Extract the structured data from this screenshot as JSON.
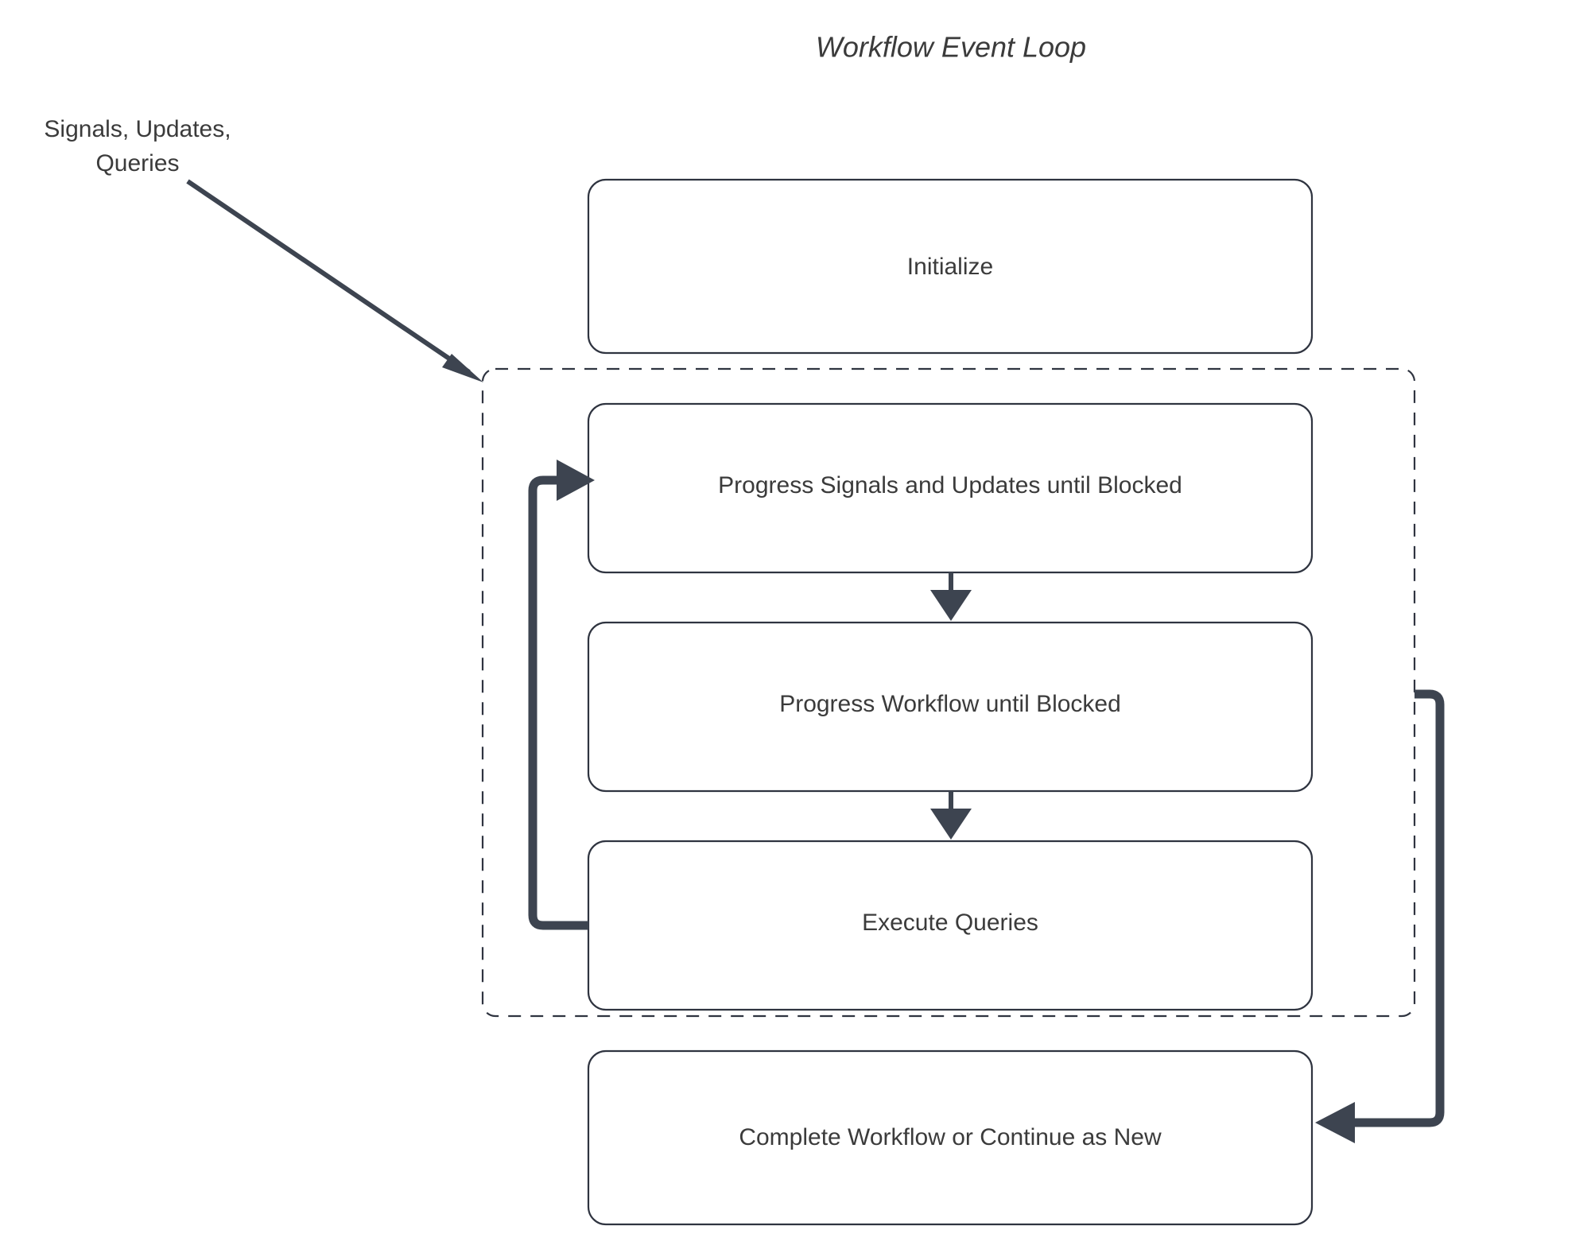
{
  "diagram": {
    "title": "Workflow Event Loop",
    "type": "flowchart",
    "background_color": "#ffffff",
    "stroke_color": "#2f3440",
    "arrow_color": "#3d4450",
    "text_color": "#3b3b3b",
    "nodes": [
      {
        "id": "initialize",
        "label": "Initialize",
        "shape": "rounded-rect",
        "inside_loop": false
      },
      {
        "id": "progress-signals",
        "label": "Progress Signals and Updates until Blocked",
        "shape": "rounded-rect",
        "inside_loop": true
      },
      {
        "id": "progress-workflow",
        "label": "Progress Workflow until Blocked",
        "shape": "rounded-rect",
        "inside_loop": true
      },
      {
        "id": "execute-queries",
        "label": "Execute Queries",
        "shape": "rounded-rect",
        "inside_loop": true
      },
      {
        "id": "complete-workflow",
        "label": "Complete Workflow or Continue as New",
        "shape": "rounded-rect",
        "inside_loop": false
      }
    ],
    "loop_container": {
      "id": "event-loop-group",
      "style": "dashed",
      "label": ""
    },
    "edges": [
      {
        "id": "external-input",
        "from": "external",
        "to": "event-loop-group",
        "label_line1": "Signals, Updates,",
        "label_line2": "Queries",
        "style": "thin-diagonal"
      },
      {
        "id": "signals-to-workflow",
        "from": "progress-signals",
        "to": "progress-workflow",
        "label": "",
        "style": "thin-vertical"
      },
      {
        "id": "workflow-to-queries",
        "from": "progress-workflow",
        "to": "execute-queries",
        "label": "",
        "style": "thin-vertical"
      },
      {
        "id": "queries-loop-back",
        "from": "execute-queries",
        "to": "progress-signals",
        "label": "",
        "style": "thick-loop-left"
      },
      {
        "id": "loop-to-complete",
        "from": "event-loop-group",
        "to": "complete-workflow",
        "label": "",
        "style": "thick-loop-right"
      }
    ]
  }
}
